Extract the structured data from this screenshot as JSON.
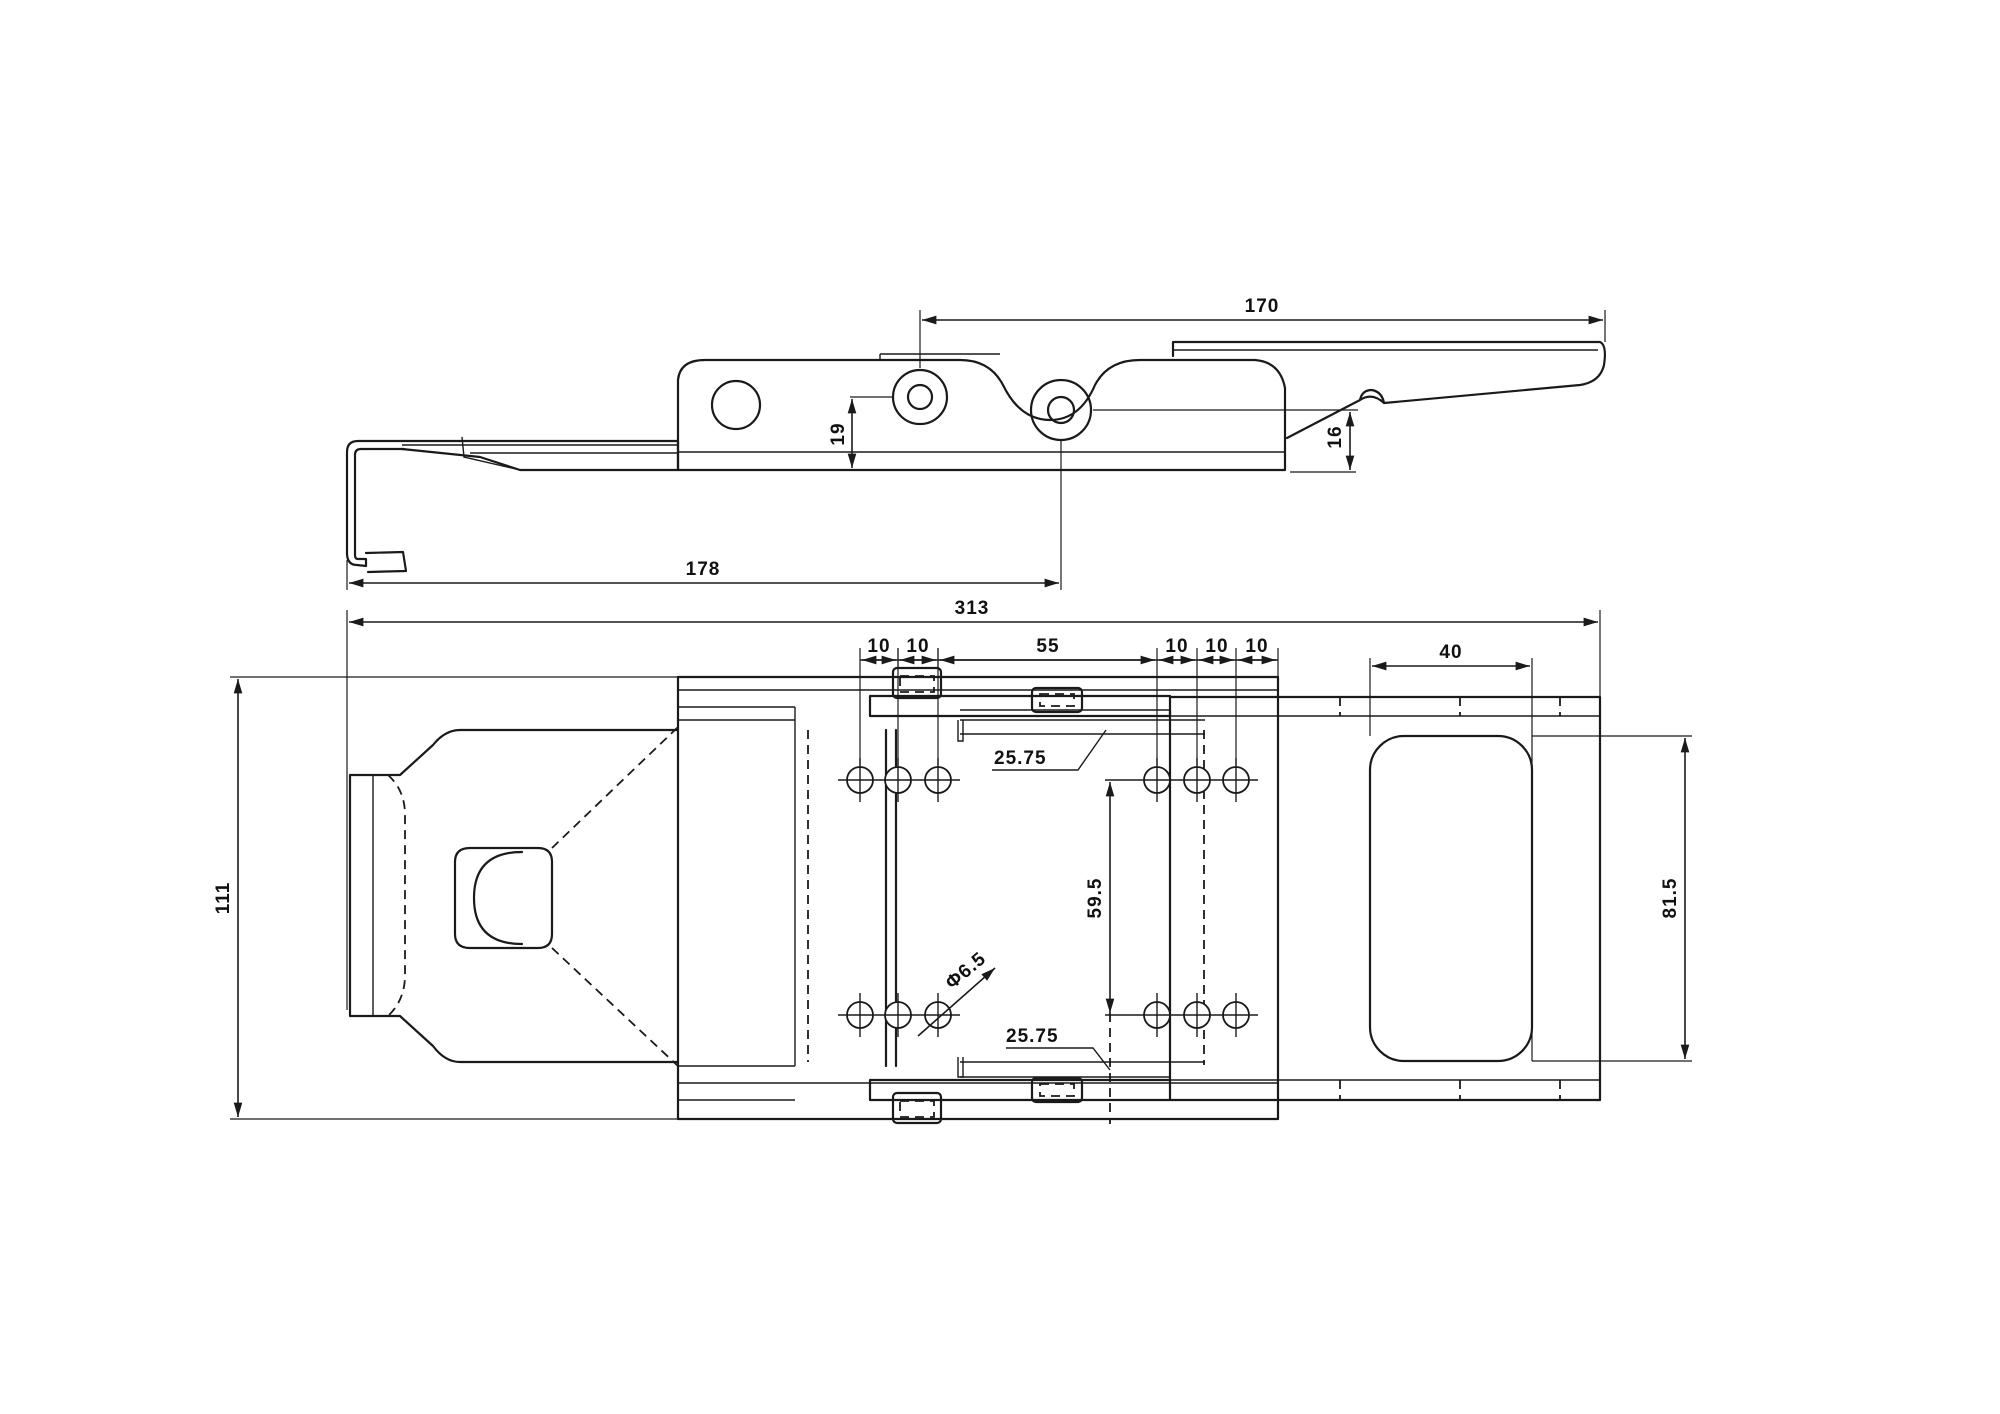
{
  "drawing": {
    "subject": "latch-technical-drawing",
    "colors": {
      "line": "#1a1a1a",
      "background": "#ffffff"
    },
    "side_view": {
      "dimensions": {
        "handle_length": "170",
        "pivot_height": "19",
        "lever_height": "16",
        "hook_to_pivot": "178"
      }
    },
    "top_view": {
      "dimensions": {
        "overall_length": "313",
        "hole_spacing_1": "10",
        "hole_spacing_2": "10",
        "center_gap": "55",
        "hole_spacing_3": "10",
        "hole_spacing_4": "10",
        "hole_spacing_5": "10",
        "slot_width": "40",
        "offset_top": "25.75",
        "offset_bottom": "25.75",
        "hole_row_spacing": "59.5",
        "hole_diameter": "Φ6.5",
        "overall_width": "111",
        "slot_length": "81.5"
      }
    }
  }
}
